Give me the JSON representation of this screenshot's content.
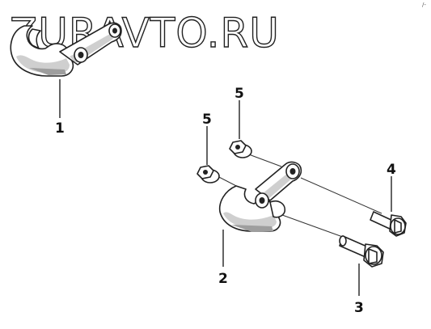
{
  "watermark": "ZURAVTO.RU",
  "corner_mark": "/-",
  "callouts": {
    "c1": "1",
    "c2": "2",
    "c3": "3",
    "c4": "4",
    "c5a": "5",
    "c5b": "5"
  }
}
